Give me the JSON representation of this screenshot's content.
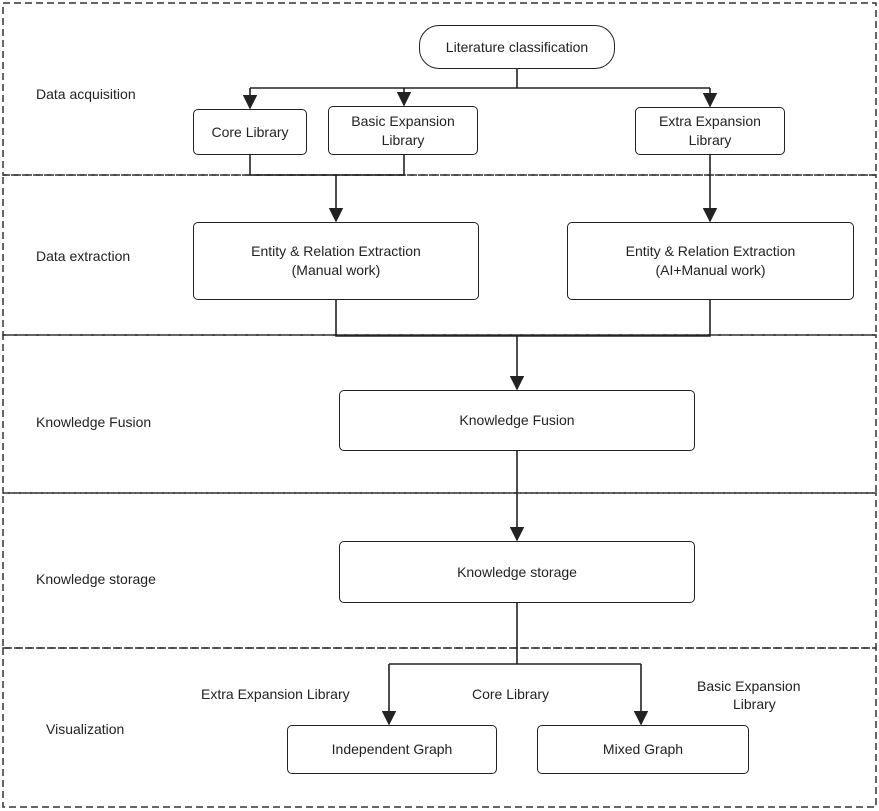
{
  "stages": {
    "acquisition": "Data acquisition",
    "extraction": "Data extraction",
    "fusion": "Knowledge Fusion",
    "storage": "Knowledge storage",
    "visualization": "Visualization"
  },
  "nodes": {
    "literature": "Literature classification",
    "core_library": "Core Library",
    "basic_expansion_1": "Basic Expansion",
    "basic_expansion_2": "Library",
    "extra_expansion_1": "Extra Expansion",
    "extra_expansion_2": "Library",
    "extract_manual_1": "Entity  & Relation Extraction",
    "extract_manual_2": "(Manual work)",
    "extract_ai_1": "Entity & Relation Extraction",
    "extract_ai_2": "(AI+Manual work)",
    "knowledge_fusion": "Knowledge Fusion",
    "knowledge_storage": "Knowledge storage",
    "independent_graph": "Independent Graph",
    "mixed_graph": "Mixed Graph"
  },
  "edge_labels": {
    "extra_expansion": "Extra Expansion Library",
    "core": "Core Library",
    "basic_expansion_1": "Basic Expansion",
    "basic_expansion_2": "Library"
  }
}
